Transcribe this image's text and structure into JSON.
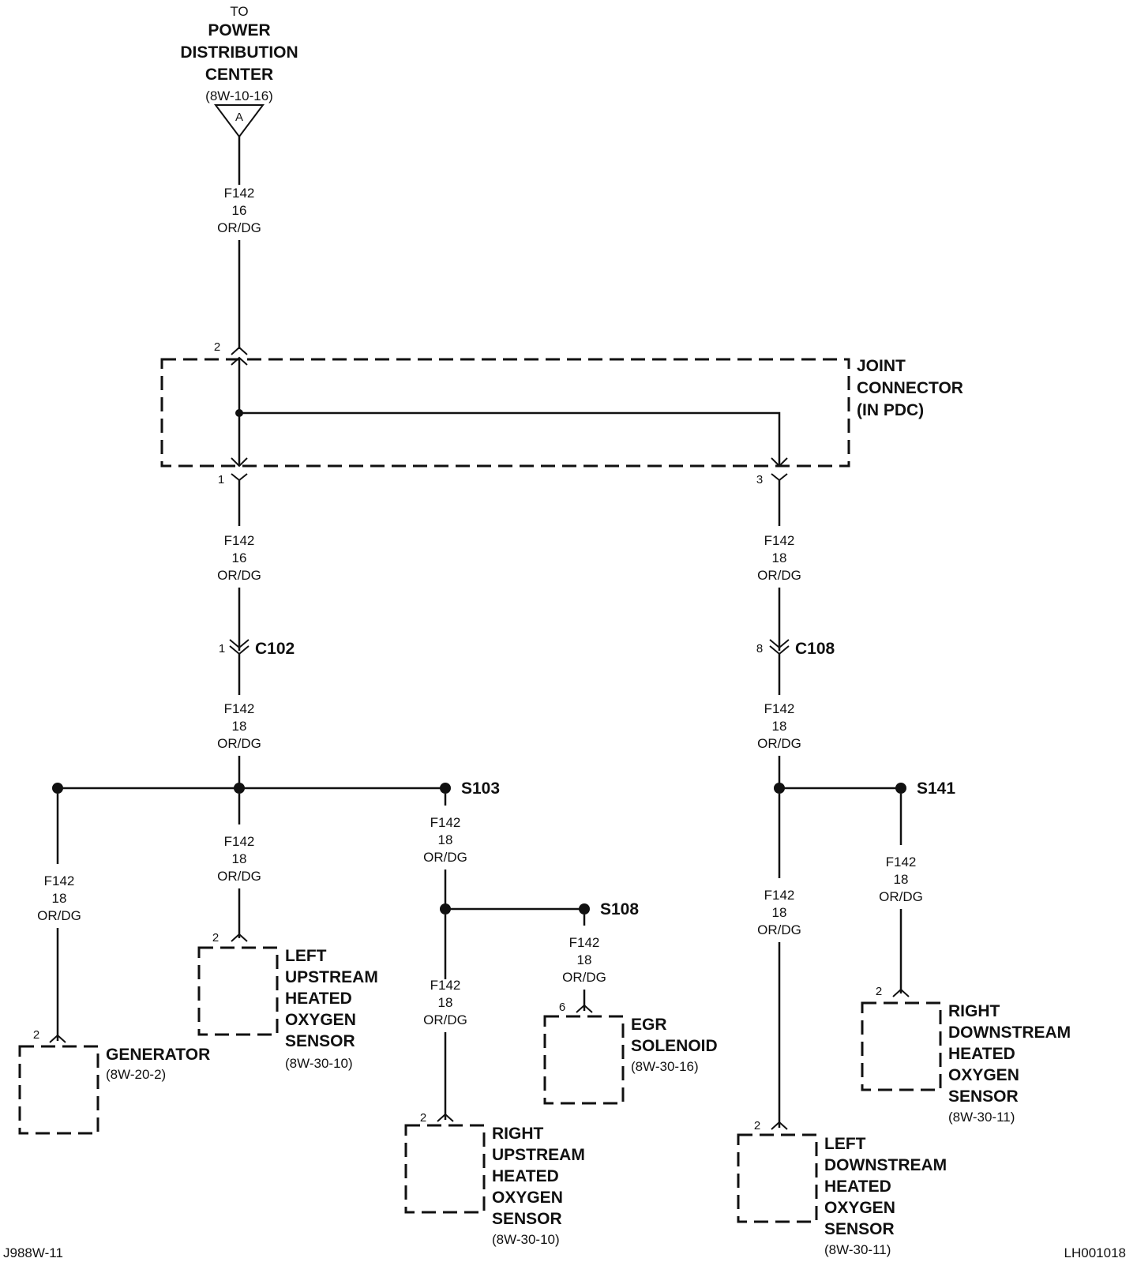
{
  "source": {
    "to": "TO",
    "line1": "POWER",
    "line2": "DISTRIBUTION",
    "line3": "CENTER",
    "ref": "(8W-10-16)",
    "connector": "A"
  },
  "wires": {
    "w_main": [
      "F142",
      "16",
      "OR/DG"
    ],
    "w_left_out": [
      "F142",
      "16",
      "OR/DG"
    ],
    "w_right_out": [
      "F142",
      "18",
      "OR/DG"
    ],
    "w_after_c102": [
      "F142",
      "18",
      "OR/DG"
    ],
    "w_after_c108": [
      "F142",
      "18",
      "OR/DG"
    ],
    "w_generator": [
      "F142",
      "18",
      "OR/DG"
    ],
    "w_left_up": [
      "F142",
      "18",
      "OR/DG"
    ],
    "w_s103": [
      "F142",
      "18",
      "OR/DG"
    ],
    "w_right_up": [
      "F142",
      "18",
      "OR/DG"
    ],
    "w_egr": [
      "F142",
      "18",
      "OR/DG"
    ],
    "w_left_down": [
      "F142",
      "18",
      "OR/DG"
    ],
    "w_right_down": [
      "F142",
      "18",
      "OR/DG"
    ]
  },
  "joint": {
    "line1": "JOINT",
    "line2": "CONNECTOR",
    "line3": "(IN PDC)",
    "pin_in": "2",
    "pin_left": "1",
    "pin_right": "3"
  },
  "connectors": {
    "c102": {
      "name": "C102",
      "pin": "1"
    },
    "c108": {
      "name": "C108",
      "pin": "8"
    }
  },
  "splices": {
    "s103": "S103",
    "s108": "S108",
    "s141": "S141"
  },
  "components": {
    "generator": {
      "lines": [
        "GENERATOR"
      ],
      "ref": "(8W-20-2)",
      "pin": "2"
    },
    "left_upstream": {
      "lines": [
        "LEFT",
        "UPSTREAM",
        "HEATED",
        "OXYGEN",
        "SENSOR"
      ],
      "ref": "(8W-30-10)",
      "pin": "2"
    },
    "right_upstream": {
      "lines": [
        "RIGHT",
        "UPSTREAM",
        "HEATED",
        "OXYGEN",
        "SENSOR"
      ],
      "ref": "(8W-30-10)",
      "pin": "2"
    },
    "egr": {
      "lines": [
        "EGR",
        "SOLENOID"
      ],
      "ref": "(8W-30-16)",
      "pin": "6"
    },
    "left_downstream": {
      "lines": [
        "LEFT",
        "DOWNSTREAM",
        "HEATED",
        "OXYGEN",
        "SENSOR"
      ],
      "ref": "(8W-30-11)",
      "pin": "2"
    },
    "right_downstream": {
      "lines": [
        "RIGHT",
        "DOWNSTREAM",
        "HEATED",
        "OXYGEN",
        "SENSOR"
      ],
      "ref": "(8W-30-11)",
      "pin": "2"
    }
  },
  "footer": {
    "left": "J988W-11",
    "right": "LH001018"
  }
}
